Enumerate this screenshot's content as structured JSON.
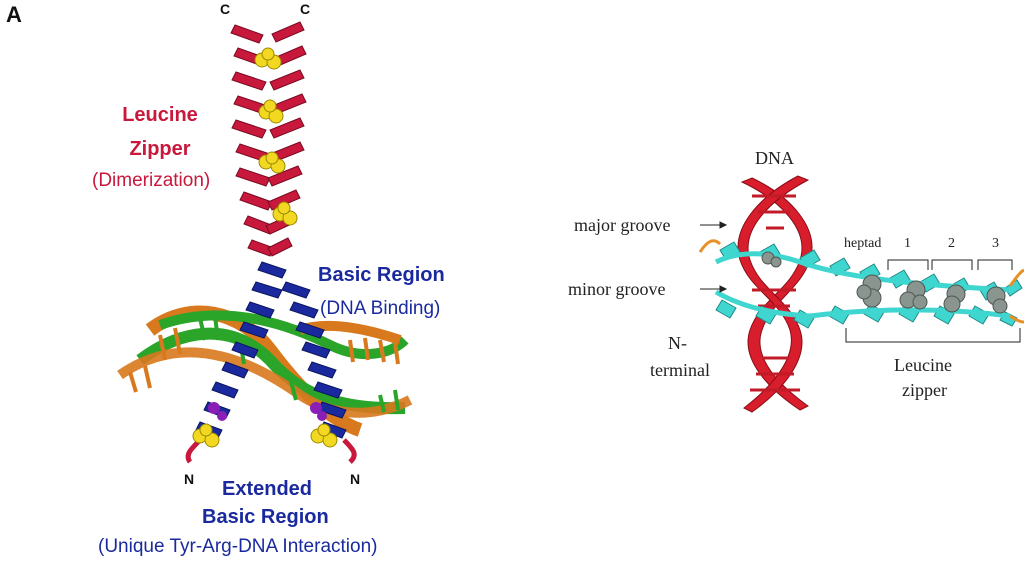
{
  "panel_a": {
    "panel_letter": "A",
    "c_term_left": "C",
    "c_term_right": "C",
    "n_term_left": "N",
    "n_term_right": "N",
    "leucine_zipper": {
      "line1": "Leucine",
      "line2": "Zipper",
      "line3": "(Dimerization)"
    },
    "basic_region": {
      "line1": "Basic Region",
      "line2": "(DNA Binding)"
    },
    "extended_basic": {
      "line1": "Extended",
      "line2": "Basic Region",
      "line3": "(Unique Tyr-Arg-DNA Interaction)"
    }
  },
  "panel_b": {
    "dna_title": "DNA",
    "major_groove": "major groove",
    "minor_groove": "minor groove",
    "n_terminal_line1": "N-",
    "n_terminal_line2": "terminal",
    "heptad": "heptad",
    "heptad_1": "1",
    "heptad_2": "2",
    "heptad_3": "3",
    "leucine_zipper_line1": "Leucine",
    "leucine_zipper_line2": "zipper"
  },
  "colors": {
    "zipper_red": "#c8183c",
    "basic_blue": "#1a2a9e",
    "dna_green": "#2aa52a",
    "dna_orange": "#d8791e",
    "leucine_yellow": "#f2d820",
    "tyr_purple": "#8a1fb8",
    "helix_cyan": "#3fd6d0",
    "leucine_gray": "#8a9590"
  }
}
